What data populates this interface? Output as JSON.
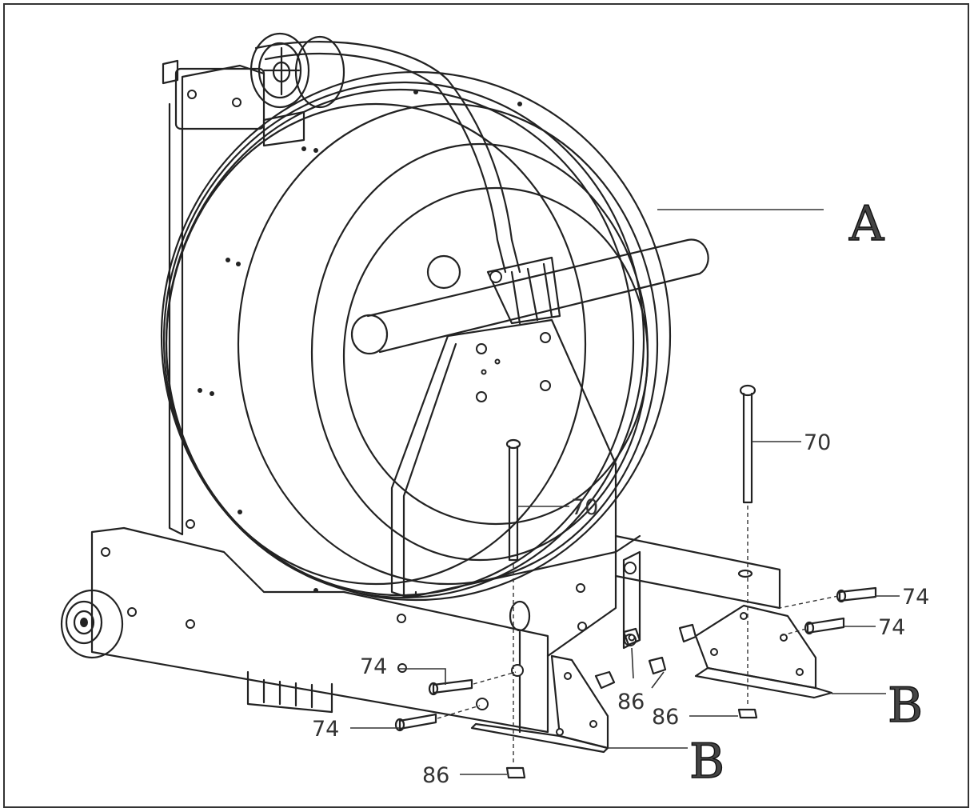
{
  "callouts": {
    "assembly_a": "A",
    "bracket_b_right": "B",
    "bracket_b_left": "B",
    "bolt_70_center": "70",
    "bolt_70_right": "70",
    "screw_74_left_upper": "74",
    "screw_74_left_lower": "74",
    "screw_74_right_upper": "74",
    "screw_74_right_lower": "74",
    "nut_86_center": "86",
    "nut_86_right": "86",
    "nut_86_bottom": "86"
  },
  "colors": {
    "line": "#222222",
    "label": "#333333",
    "background": "#ffffff"
  }
}
